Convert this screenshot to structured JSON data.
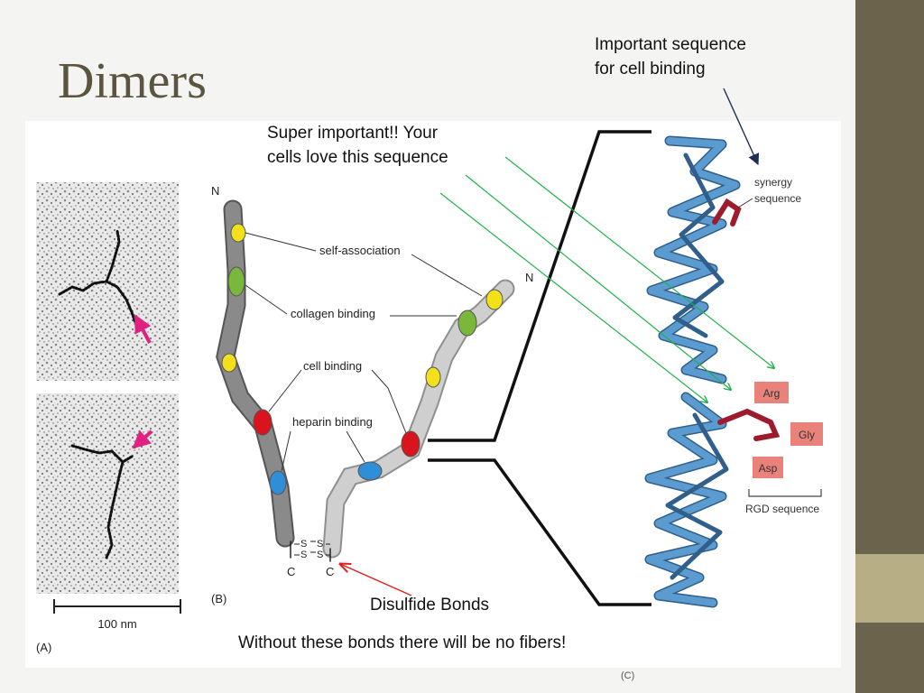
{
  "slide": {
    "title": "Dimers",
    "colors": {
      "right_bar": "#6b634c",
      "right_accent": "#b7ae86",
      "title": "#5a5440",
      "arrow_green": "#22b14c",
      "arrow_red": "#e0201a",
      "arrow_navy": "#1f2f55"
    }
  },
  "callouts": {
    "cell_binding_important": [
      "Important sequence",
      "for cell binding"
    ],
    "super_important": [
      "Super important!! Your",
      "cells love this sequence"
    ],
    "disulfide": "Disulfide Bonds",
    "no_fibers": "Without these bonds there will be no fibers!"
  },
  "figure": {
    "panel_a": {
      "label": "(A)",
      "scale_bar": "100 nm"
    },
    "panel_b": {
      "label": "(B)",
      "n_terminus": "N",
      "c_terminus": "C",
      "disulfide_s": "S",
      "domain_labels": {
        "self_association": "self-association",
        "collagen_binding": "collagen binding",
        "cell_binding": "cell binding",
        "heparin_binding": "heparin binding"
      },
      "domain_colors": {
        "self_association": "#f2e01a",
        "collagen_binding": "#7ab83c",
        "cell_binding": "#d9141c",
        "heparin_binding": "#2f8ed8"
      }
    },
    "panel_c": {
      "label": "(C)",
      "synergy_label": [
        "synergy",
        "sequence"
      ],
      "rgd_residues": [
        "Arg",
        "Gly",
        "Asp"
      ],
      "rgd_label": "RGD sequence",
      "colors": {
        "protein": "#5b9bd0",
        "loop": "#9e1b2e",
        "residue_box": "#e8827a"
      }
    }
  }
}
